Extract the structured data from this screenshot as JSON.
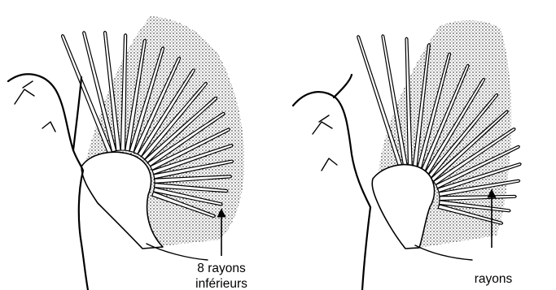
{
  "figure": {
    "left_panel": {
      "annotation": {
        "line1": "8 rayons",
        "line2": "inférieurs"
      }
    },
    "right_panel": {
      "annotation": {
        "line1": "rayons"
      }
    }
  }
}
